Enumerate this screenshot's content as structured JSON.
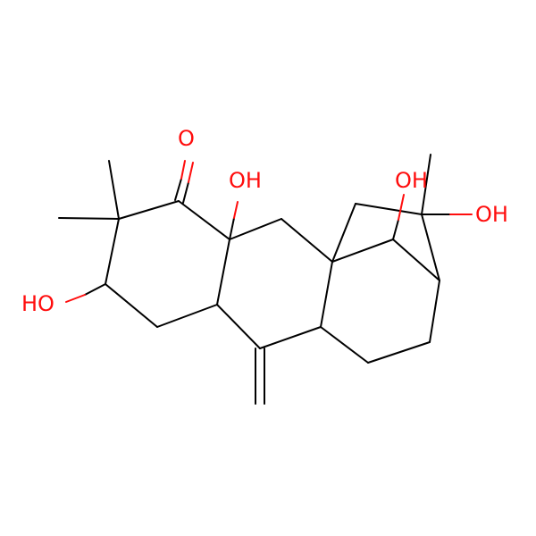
{
  "colors": {
    "background": "#ffffff",
    "bond": "#000000",
    "oxygen": "#ff0d0d"
  },
  "labels": {
    "ketone_o": "O",
    "oh_ring_junction": "OH",
    "oh_bridge": "OH",
    "oh_quaternary": "OH",
    "oh_left": "HO"
  }
}
